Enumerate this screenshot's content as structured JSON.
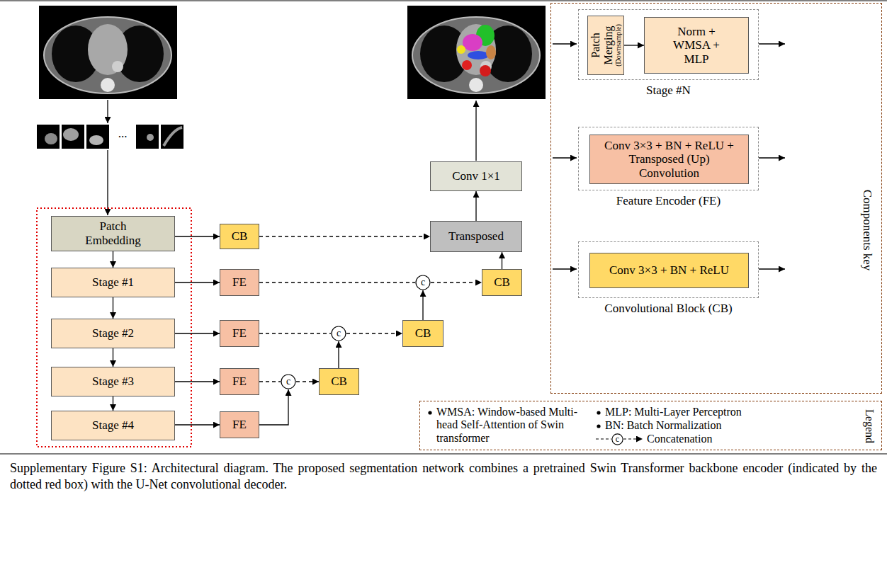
{
  "diagram": {
    "caption": "Supplementary Figure S1: Architectural diagram. The proposed segmentation network combines a pretrained Swin Transformer backbone encoder (indicated by the dotted red box) with the U-Net convolutional decoder.",
    "nodes": [
      {
        "text": [
          "Patch Embedding"
        ]
      },
      {
        "text": [
          "CB"
        ]
      },
      {
        "text": [
          "Stage #1"
        ]
      },
      {
        "text": [
          "FE"
        ]
      },
      {
        "text": [
          "Stage #2"
        ]
      },
      {
        "text": [
          "FE"
        ]
      },
      {
        "text": [
          "Stage #3"
        ]
      },
      {
        "text": [
          "FE"
        ]
      },
      {
        "text": [
          "Stage #4"
        ]
      },
      {
        "text": [
          "FE"
        ]
      },
      {
        "text": [
          "c"
        ]
      },
      {
        "text": [
          "c"
        ]
      },
      {
        "text": [
          "c"
        ]
      },
      {
        "text": [
          "CB"
        ]
      },
      {
        "text": [
          "CB"
        ]
      },
      {
        "text": [
          "CB"
        ]
      },
      {
        "text": [
          "Transposed"
        ]
      },
      {
        "text": [
          "Conv 1×1"
        ]
      },
      {
        "text": [
          "Components key"
        ]
      },
      {
        "text": [
          "Stage #N"
        ],
        "in": 18
      },
      {
        "text": [
          "Patch Merging",
          "(Downsample)"
        ],
        "in": 19
      },
      {
        "text": [
          "Norm + WMSA + MLP"
        ],
        "in": 19
      },
      {
        "text": [
          "Feature Encoder (FE)"
        ],
        "in": 18
      },
      {
        "text": [
          "Conv 3×3 + BN + ReLU + Transposed (Up) Convolution"
        ],
        "in": 22
      },
      {
        "text": [
          "Convolutional Block (CB)"
        ],
        "in": 18
      },
      {
        "text": [
          "Conv 3×3 + BN + ReLU"
        ],
        "in": 24
      },
      {
        "text": [
          "Legend"
        ]
      }
    ],
    "edges": [
      {
        "from": 0,
        "to": 2,
        "arrow": "to"
      },
      {
        "from": 2,
        "to": 4,
        "arrow": "to"
      },
      {
        "from": 4,
        "to": 6,
        "arrow": "to"
      },
      {
        "from": 6,
        "to": 8,
        "arrow": "to"
      },
      {
        "from": 0,
        "to": 1,
        "arrow": "to"
      },
      {
        "from": 2,
        "to": 3,
        "arrow": "to"
      },
      {
        "from": 4,
        "to": 5,
        "arrow": "to"
      },
      {
        "from": 6,
        "to": 7,
        "arrow": "to"
      },
      {
        "from": 8,
        "to": 9,
        "arrow": "to"
      },
      {
        "from": 3,
        "to": 10,
        "arrow": "none"
      },
      {
        "from": 5,
        "to": 11,
        "arrow": "none"
      },
      {
        "from": 7,
        "to": 12,
        "arrow": "none"
      },
      {
        "from": 9,
        "to": 12,
        "arrow": "to"
      },
      {
        "from": 12,
        "to": 15,
        "arrow": "to"
      },
      {
        "from": 15,
        "to": 11,
        "arrow": "to"
      },
      {
        "from": 11,
        "to": 14,
        "arrow": "to"
      },
      {
        "from": 14,
        "to": 10,
        "arrow": "to"
      },
      {
        "from": 10,
        "to": 13,
        "arrow": "to"
      },
      {
        "from": 13,
        "to": 16,
        "arrow": "to"
      },
      {
        "from": 1,
        "to": 16,
        "arrow": "to"
      },
      {
        "from": 16,
        "to": 17,
        "arrow": "to"
      },
      {
        "from": 20,
        "to": 21,
        "arrow": "to"
      }
    ],
    "labels": [
      "...",
      "c"
    ],
    "legend": [
      {
        "text": "WMSA: Window-based Multi-head Self-Attention of Swin transformer"
      },
      {
        "text": "MLP: Multi-Layer Perceptron"
      },
      {
        "text": "BN: Batch Normalization"
      },
      {
        "text": "Concatenation"
      }
    ]
  }
}
